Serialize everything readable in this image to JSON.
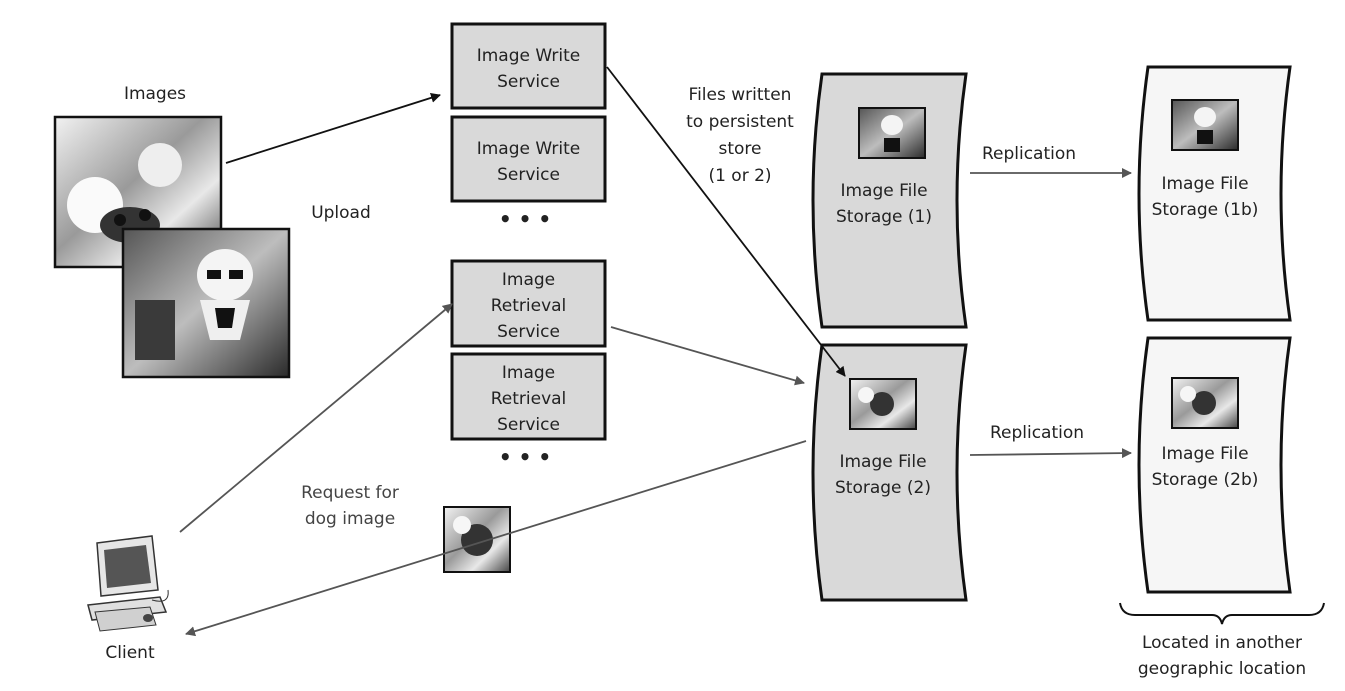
{
  "images_label": "Images",
  "upload_label": "Upload",
  "services": {
    "write_1": [
      "Image Write",
      "Service"
    ],
    "write_2": [
      "Image Write",
      "Service"
    ],
    "write_ellipsis": "• • •",
    "retrieval_1": [
      "Image",
      "Retrieval",
      "Service"
    ],
    "retrieval_2": [
      "Image",
      "Retrieval",
      "Service"
    ],
    "retrieval_ellipsis": "• • •"
  },
  "files_written_label": [
    "Files written",
    "to persistent",
    "store",
    "(1 or 2)"
  ],
  "storage": {
    "s1": [
      "Image File",
      "Storage (1)"
    ],
    "s2": [
      "Image File",
      "Storage (2)"
    ],
    "s1b": [
      "Image File",
      "Storage (1b)"
    ],
    "s2b": [
      "Image File",
      "Storage (2b)"
    ]
  },
  "replication_label_1": "Replication",
  "replication_label_2": "Replication",
  "request_label": [
    "Request for",
    "dog image"
  ],
  "client_label": "Client",
  "located_label": [
    "Located in another",
    "geographic location"
  ],
  "colors": {
    "service_fill": "#d9d9d9",
    "storage_primary_fill": "#d9d9d9",
    "storage_replica_fill": "#f6f6f6",
    "stroke": "#111111"
  }
}
